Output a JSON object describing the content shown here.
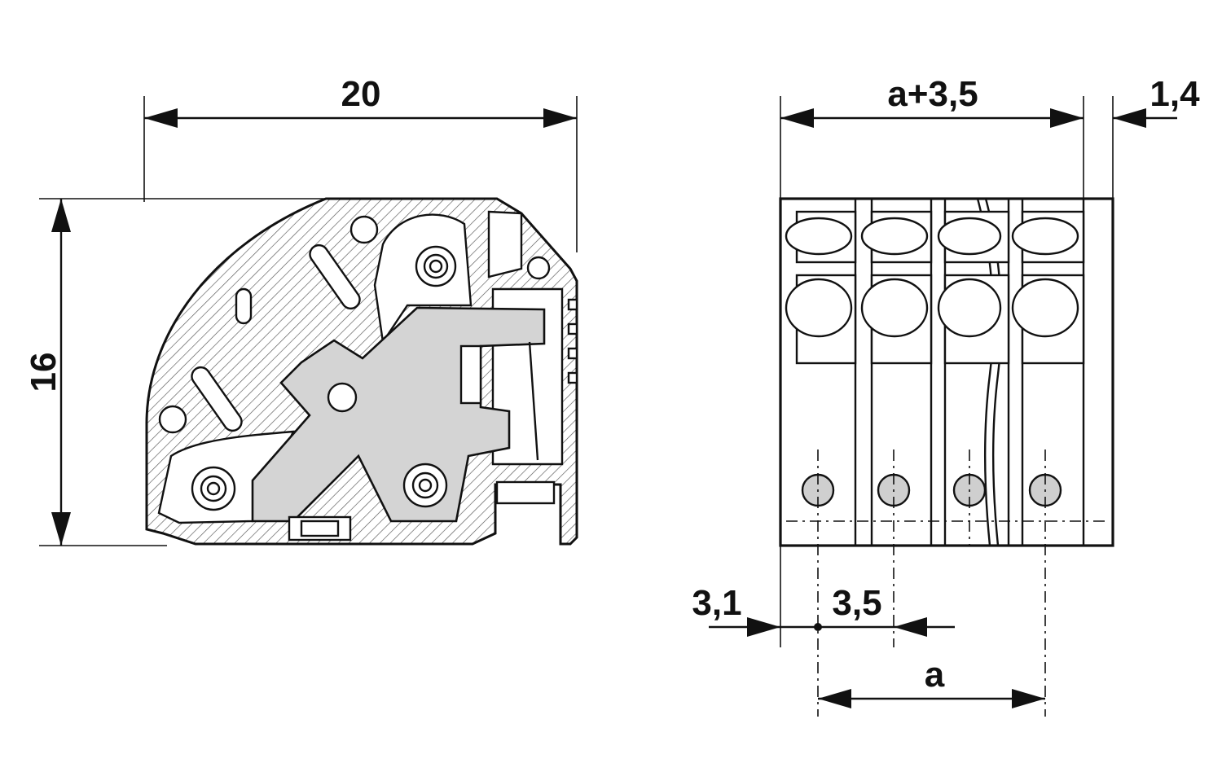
{
  "dimensions": {
    "side_width": "20",
    "side_height": "16",
    "front_width": "a+3,5",
    "front_offset": "1,4",
    "edge_offset": "3,1",
    "pitch": "3,5",
    "span": "a"
  },
  "front_view": {
    "pole_count": 4
  }
}
